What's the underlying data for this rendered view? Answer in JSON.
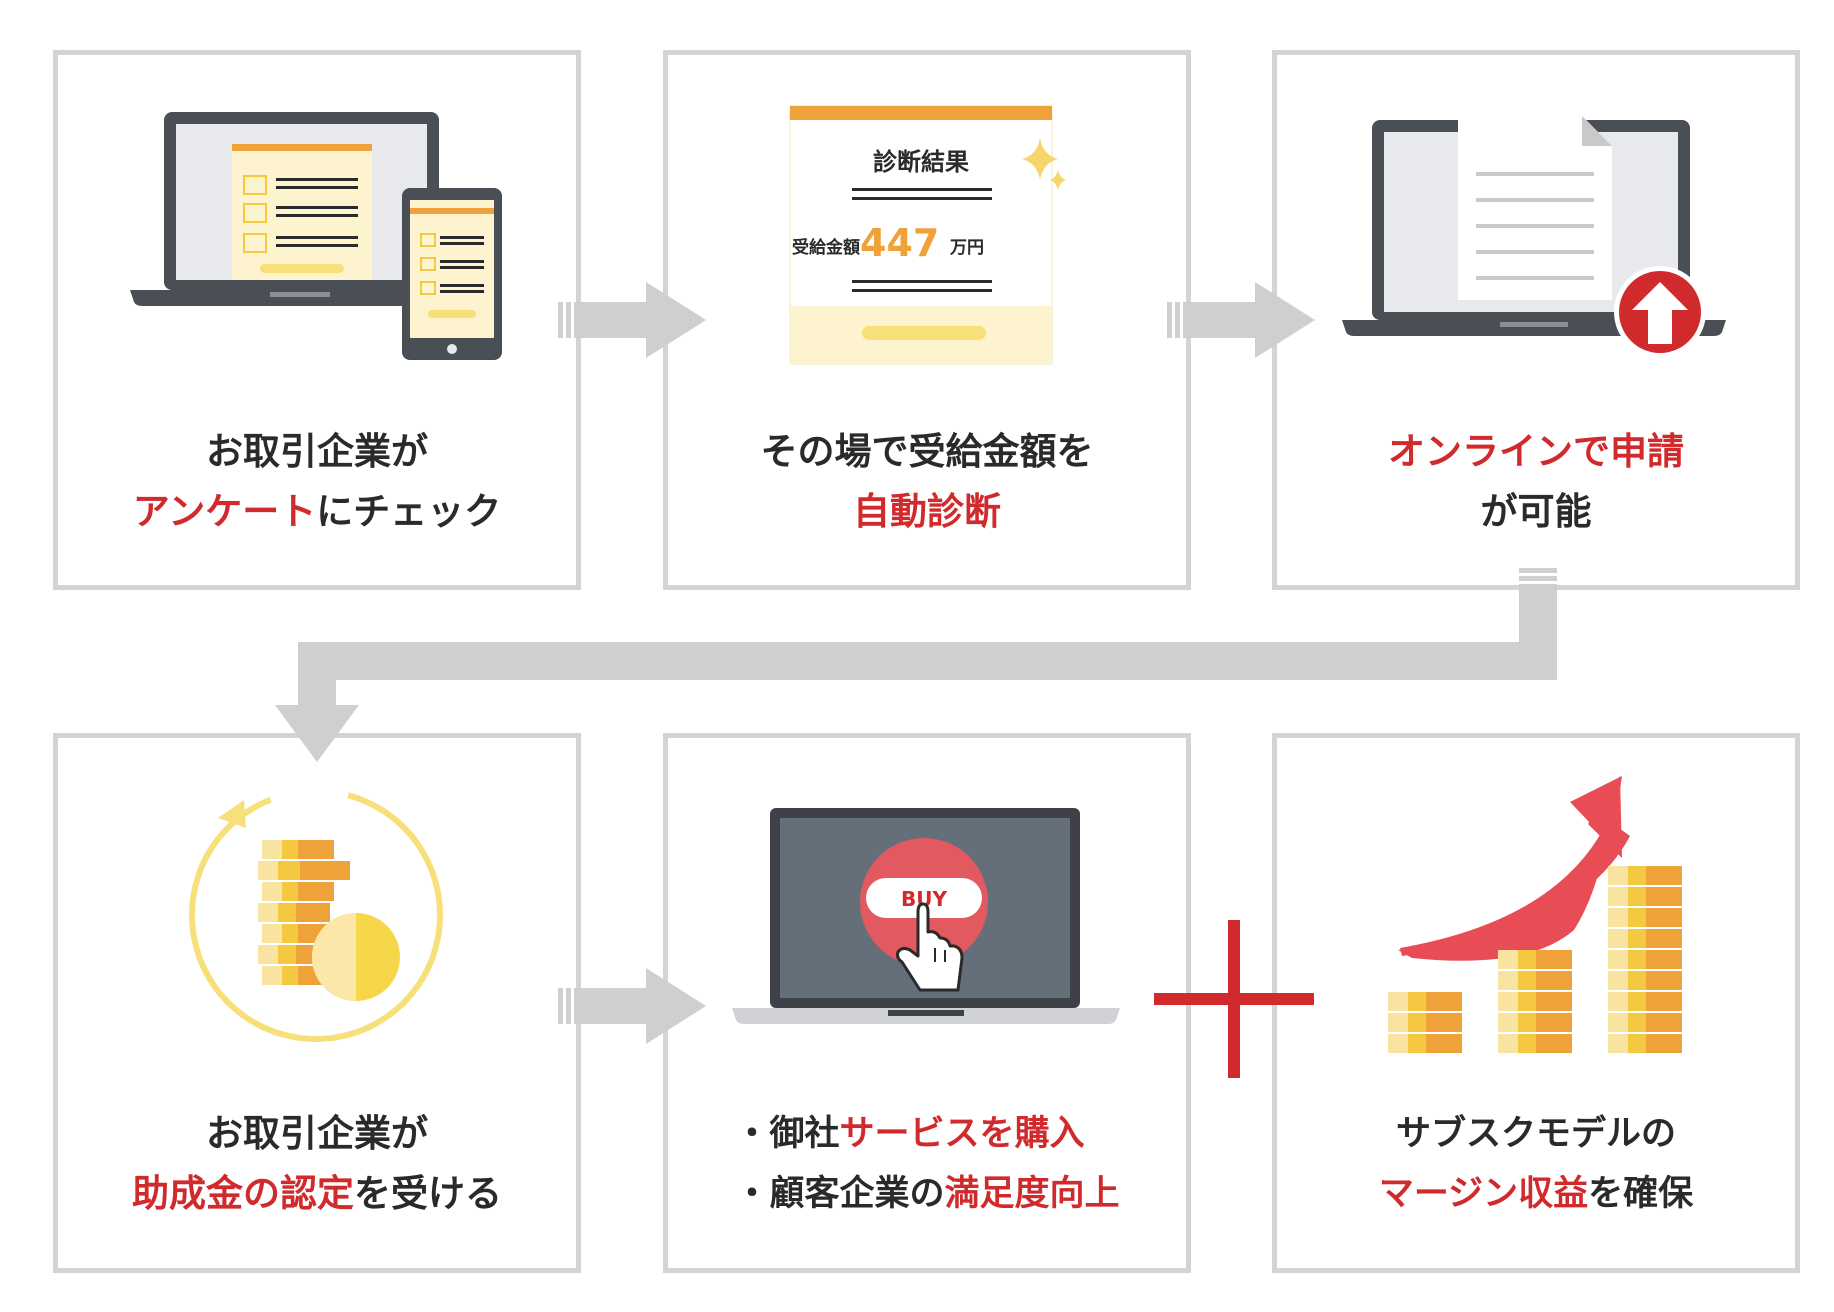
{
  "steps": [
    {
      "lines": [
        [
          {
            "text": "お取引企業が",
            "hl": false
          }
        ],
        [
          {
            "text": "アンケート",
            "hl": true
          },
          {
            "text": "にチェック",
            "hl": false
          }
        ]
      ]
    },
    {
      "lines": [
        [
          {
            "text": "その場で受給金額を",
            "hl": false
          }
        ],
        [
          {
            "text": "自動診断",
            "hl": true
          }
        ]
      ],
      "result_card": {
        "title": "診断結果",
        "label": "受給金額",
        "amount": "447",
        "unit": "万円"
      }
    },
    {
      "lines": [
        [
          {
            "text": "オンラインで申請",
            "hl": true
          }
        ],
        [
          {
            "text": "が可能",
            "hl": false
          }
        ]
      ]
    },
    {
      "lines": [
        [
          {
            "text": "お取引企業が",
            "hl": false
          }
        ],
        [
          {
            "text": "助成金の認定",
            "hl": true
          },
          {
            "text": "を受ける",
            "hl": false
          }
        ]
      ]
    },
    {
      "lines": [
        [
          {
            "text": "・御社",
            "hl": false
          },
          {
            "text": "サービスを購入",
            "hl": true
          }
        ],
        [
          {
            "text": "・顧客企業の",
            "hl": false
          },
          {
            "text": "満足度向上",
            "hl": true
          }
        ]
      ],
      "buy_label": "BUY"
    },
    {
      "lines": [
        [
          {
            "text": "サブスクモデルの",
            "hl": false
          }
        ],
        [
          {
            "text": "マージン収益",
            "hl": true
          },
          {
            "text": "を確保",
            "hl": false
          }
        ]
      ]
    }
  ],
  "colors": {
    "accent_red": "#d12a2d",
    "border_gray": "#d4d4d4",
    "arrow_gray": "#cfcfcf",
    "orange": "#f0a23a",
    "gold": "#f5c842",
    "cream": "#fdf5d7",
    "dark": "#4a4e55"
  },
  "icons": [
    "laptop-phone-survey-icon",
    "diagnosis-result-card-icon",
    "laptop-upload-icon",
    "coins-cycle-icon",
    "laptop-buy-icon",
    "growing-coins-chart-icon"
  ]
}
